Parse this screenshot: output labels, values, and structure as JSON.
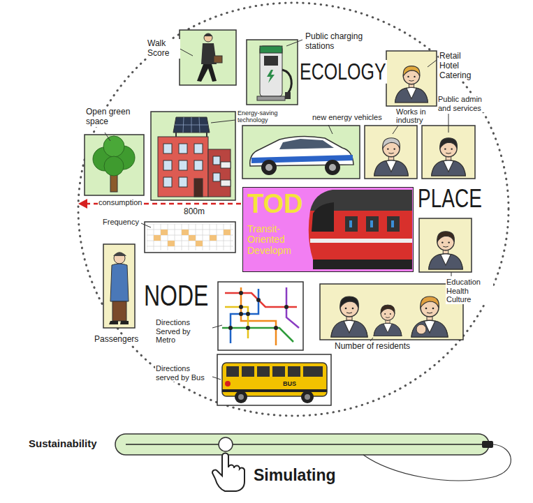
{
  "diagram": {
    "nodes": [
      {
        "text": [
          "TOD",
          "Transit-Oriented Developm"
        ]
      }
    ],
    "labels": [
      "Walk Score",
      "Public charging stations",
      "ECOLOGY",
      "Retail Hotel Catering",
      "Open green space",
      "Energy-saving technology",
      "new energy vehicles",
      "Works in industry",
      "Public admin and services",
      "PLACE",
      "consumption",
      "800m",
      "Frequency",
      "NODE",
      "Passengers",
      "Education Health Culture",
      "Directions Served by Metro",
      "Directions served by Bus",
      "Number of residents",
      "BUS",
      "Sustainability",
      "Simulating"
    ]
  }
}
